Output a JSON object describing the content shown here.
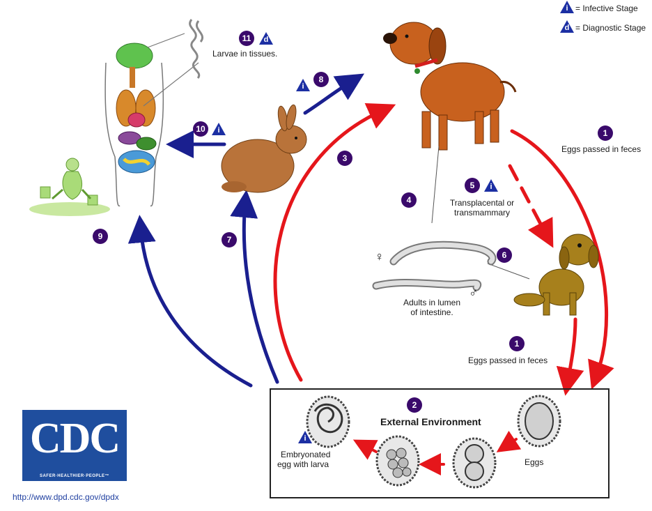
{
  "legend": {
    "infective": {
      "symbol": "i",
      "label": "= Infective Stage"
    },
    "diagnostic": {
      "symbol": "d",
      "label": "= Diagnostic Stage"
    }
  },
  "steps": {
    "s1_dog": {
      "num": "1",
      "label": "Eggs passed in feces"
    },
    "s1_puppy": {
      "num": "1",
      "label": "Eggs passed in feces"
    },
    "s2": {
      "num": "2",
      "label": "External Environment"
    },
    "s3": {
      "num": "3"
    },
    "s4": {
      "num": "4"
    },
    "s5": {
      "num": "5",
      "symbol": "i",
      "label_line1": "Transplacental or",
      "label_line2": "transmammary"
    },
    "s6": {
      "num": "6"
    },
    "s7": {
      "num": "7"
    },
    "s8": {
      "num": "8",
      "symbol": "i"
    },
    "s9": {
      "num": "9"
    },
    "s10": {
      "num": "10",
      "symbol": "i"
    },
    "s11": {
      "num": "11",
      "symbol": "d",
      "label": "Larvae in tissues."
    }
  },
  "labels": {
    "adults_line1": "Adults in lumen",
    "adults_line2": "of intestine.",
    "female": "♀",
    "male": "♂",
    "eggs": "Eggs",
    "embryonated_line1": "Embryonated",
    "embryonated_line2": "egg with larva",
    "embryonated_symbol": "i"
  },
  "branding": {
    "logo_text": "CDC",
    "tagline": "SAFER·HEALTHIER·PEOPLE™",
    "url": "http://www.dpd.cdc.gov/dpdx"
  },
  "colors": {
    "red_arrow": "#e5161b",
    "blue_arrow": "#1a1f8f",
    "badge": "#3a0a6b",
    "triangle": "#1c2fa3",
    "dog": "#c8611e",
    "puppy": "#a7801c",
    "rabbit": "#b9733a",
    "cdc_blue": "#1f4e9e"
  }
}
